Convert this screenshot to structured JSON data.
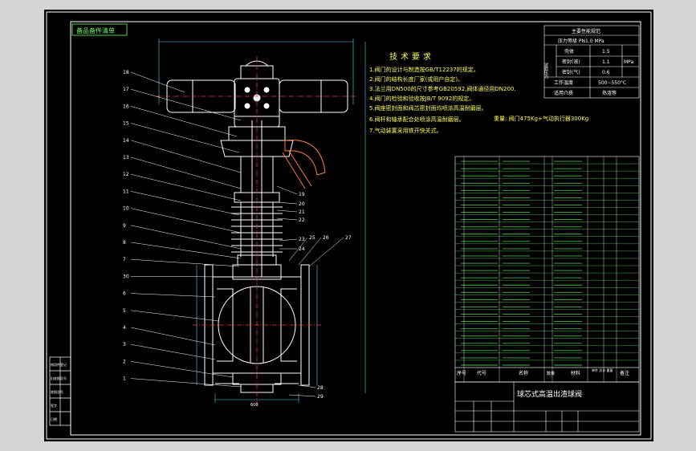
{
  "drawing": {
    "top_left_tag": "备品备件清单",
    "section_title": "技术要求",
    "notes": [
      "1.阀门的设计与制造按GB/T12237的规定。",
      "2.阀门的结构长度厂家(或用户自定)。",
      "3.法兰用DN500的尺寸参考GB20592,阀体通径用DN200.",
      "4.阀门的检验和验收按JB/T 9092的规定。",
      "5.阀座密封面和阀芯密封面均喷涂高温耐磨层。",
      "6.阀杆和轴承配合处喷涂高温耐磨层。",
      "7.气动装置采用铁开快关式。"
    ],
    "weight_note": "重量: 阀门475Kg+气动执行器300Kg",
    "title_block_name": "球芯式高温出渣球阀",
    "tech_table": {
      "header": "主要性能规范",
      "pressure": "压力等级 PN1.0 MPa",
      "rows": [
        {
          "label": "壳体",
          "value": "1.5"
        },
        {
          "label": "密封(液)",
          "value": "1.1"
        },
        {
          "label": "密封(气)",
          "value": "0.6"
        }
      ],
      "group_label": "试验压力",
      "unit": "MPa",
      "temp_label": "工作温度",
      "temp_value": "500~550°C",
      "medium_label": "适用介质",
      "medium_value": "热渣等"
    },
    "bom_headers": [
      "序号",
      "代号",
      "名称",
      "数量",
      "材料",
      "单件 总计 重量",
      "备注"
    ],
    "balloons_left": [
      "18",
      "17",
      "16",
      "15",
      "14",
      "13",
      "12",
      "11",
      "10",
      "9",
      "8",
      "7",
      "30",
      "6",
      "5",
      "4",
      "3",
      "2",
      "1"
    ],
    "balloons_right": [
      "19",
      "20",
      "21",
      "22",
      "23",
      "24",
      "25",
      "26",
      "27",
      "28",
      "29"
    ],
    "left_strip_labels": [
      "借用件登记",
      "旧底图总号",
      "底图总号",
      "签字",
      "日期"
    ],
    "dim_bottom": "600",
    "colors": {
      "background": "#000000",
      "frame": "#ffffff",
      "outline": "#ffffff",
      "centerline": "#ff3b3b",
      "dimension": "#5ad1ff",
      "text": "#ffff55",
      "table_green": "#6cff6c",
      "balloon": "#ffffff"
    }
  }
}
